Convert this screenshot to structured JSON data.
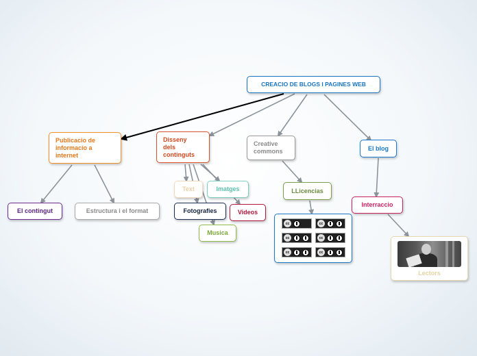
{
  "diagram": {
    "root": {
      "label": "CREACIO DE BLOGS I PAGINES WEB",
      "color": "#1874bf"
    },
    "branches": {
      "publicacio": {
        "label": "Publicacio de\ninformacio a\ninternet",
        "color": "#e4781c"
      },
      "disseny": {
        "label": "Disseny\ndels\ncontinguts",
        "color": "#d0481f"
      },
      "creative": {
        "label": "Creative\ncommons",
        "color": "#8a8a8a"
      },
      "blog": {
        "label": "El blog",
        "color": "#1b79c8"
      }
    },
    "leaves": {
      "contingut": {
        "label": "El contingut",
        "color": "#5c2480"
      },
      "estructura": {
        "label": "Estructura i el format",
        "color": "#8a8a8a"
      },
      "text": {
        "label": "Text",
        "color": "#ecd1a8"
      },
      "imatges": {
        "label": "Imatges",
        "color": "#5cc1ae"
      },
      "fotografies": {
        "label": "Fotografies",
        "color": "#14213f"
      },
      "videos": {
        "label": "Videos",
        "color": "#b2183b"
      },
      "musica": {
        "label": "Musica",
        "color": "#79a838"
      },
      "llicencies": {
        "label": "LLicencias",
        "color": "#6a8a3c"
      },
      "interaccio": {
        "label": "Interraccio",
        "color": "#c8225d"
      },
      "lectors": {
        "label": "Lectors",
        "color": "#e6d2a2"
      }
    },
    "license_badges": [
      {
        "icon": "cc-by-badge-icon"
      },
      {
        "icon": "cc-by-sa-badge-icon"
      },
      {
        "icon": "cc-by-nd-badge-icon"
      },
      {
        "icon": "cc-by-nc-badge-icon"
      },
      {
        "icon": "cc-by-nc-sa-badge-icon"
      },
      {
        "icon": "cc-by-nc-nd-badge-icon"
      }
    ],
    "connector_color": "#8c939a",
    "highlight_connector_color": "#000000"
  }
}
